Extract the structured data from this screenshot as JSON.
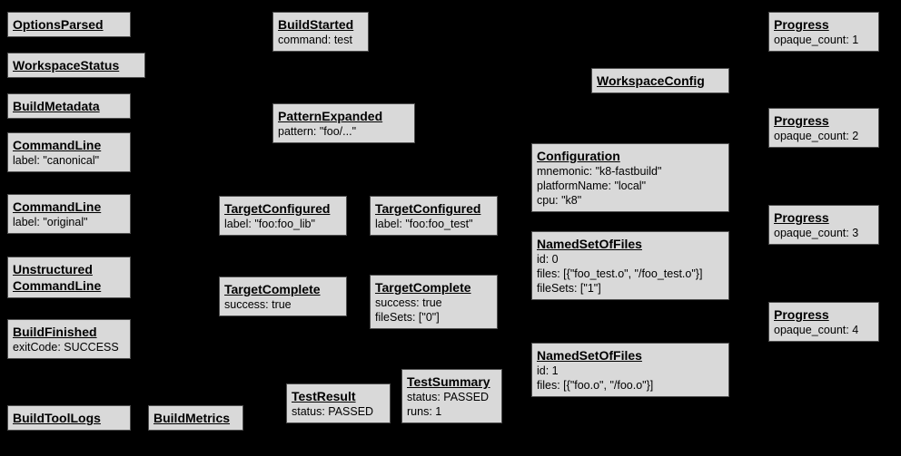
{
  "colors": {
    "background": "#000000",
    "node_fill": "#d9d9d9",
    "node_border": "#4f4f4f",
    "node_text": "#000000"
  },
  "nodes": {
    "options_parsed": {
      "title": "OptionsParsed",
      "lines": []
    },
    "workspace_status": {
      "title": "WorkspaceStatus",
      "lines": []
    },
    "build_metadata": {
      "title": "BuildMetadata",
      "lines": []
    },
    "command_line_canonical": {
      "title": "CommandLine",
      "lines": [
        "label: \"canonical\""
      ]
    },
    "command_line_original": {
      "title": "CommandLine",
      "lines": [
        "label: \"original\""
      ]
    },
    "unstructured_command_line": {
      "title": "Unstructured CommandLine",
      "lines": []
    },
    "build_finished": {
      "title": "BuildFinished",
      "lines": [
        "exitCode: SUCCESS"
      ]
    },
    "build_tool_logs": {
      "title": "BuildToolLogs",
      "lines": []
    },
    "build_metrics": {
      "title": "BuildMetrics",
      "lines": []
    },
    "build_started": {
      "title": "BuildStarted",
      "lines": [
        "command: test"
      ]
    },
    "pattern_expanded": {
      "title": "PatternExpanded",
      "lines": [
        "pattern: \"foo/...\""
      ]
    },
    "target_configured_lib": {
      "title": "TargetConfigured",
      "lines": [
        "label: \"foo:foo_lib\""
      ]
    },
    "target_configured_test": {
      "title": "TargetConfigured",
      "lines": [
        "label: \"foo:foo_test\""
      ]
    },
    "target_complete_lib": {
      "title": "TargetComplete",
      "lines": [
        "success: true"
      ]
    },
    "target_complete_test": {
      "title": "TargetComplete",
      "lines": [
        "success: true",
        "fileSets: [\"0\"]"
      ]
    },
    "test_result": {
      "title": "TestResult",
      "lines": [
        "status: PASSED"
      ]
    },
    "test_summary": {
      "title": "TestSummary",
      "lines": [
        "status: PASSED",
        "runs: 1"
      ]
    },
    "workspace_config": {
      "title": "WorkspaceConfig",
      "lines": []
    },
    "configuration": {
      "title": "Configuration",
      "lines": [
        "mnemonic: \"k8-fastbuild\"",
        "platformName: \"local\"",
        "cpu: \"k8\""
      ]
    },
    "named_set_of_files_0": {
      "title": "NamedSetOfFiles",
      "lines": [
        "id: 0",
        "files: [{\"foo_test.o\", \"/foo_test.o\"}]",
        "fileSets: [\"1\"]"
      ]
    },
    "named_set_of_files_1": {
      "title": "NamedSetOfFiles",
      "lines": [
        "id: 1",
        "files: [{\"foo.o\", \"/foo.o\"}]"
      ]
    },
    "progress_1": {
      "title": "Progress",
      "lines": [
        "opaque_count: 1"
      ]
    },
    "progress_2": {
      "title": "Progress",
      "lines": [
        "opaque_count: 2"
      ]
    },
    "progress_3": {
      "title": "Progress",
      "lines": [
        "opaque_count: 3"
      ]
    },
    "progress_4": {
      "title": "Progress",
      "lines": [
        "opaque_count: 4"
      ]
    }
  }
}
